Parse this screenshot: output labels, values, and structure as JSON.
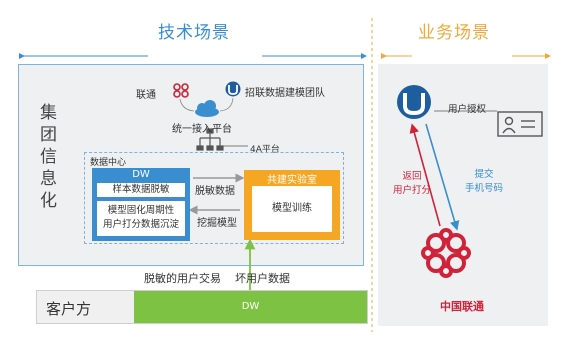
{
  "sections": {
    "tech_title": "技术场景",
    "biz_title": "业务场景"
  },
  "tech": {
    "group_label": "集团信息化",
    "unicom_label": "联通",
    "team_label": "招联数据建模团队",
    "access_label": "统一接入平台",
    "fa_label": "4A平台",
    "data_center_label": "数据中心",
    "dw": {
      "title": "DW",
      "item1": "样本数据脱敏",
      "item2_line1": "模型固化周期性",
      "item2_line2": "用户打分数据沉淀"
    },
    "lab": {
      "title": "共建实验室",
      "inner": "模型训练"
    },
    "desens_label": "脱敏数据",
    "mine_label": "挖掘模型",
    "bottom_label": "脱敏的用户交易    坏用户数据"
  },
  "client": {
    "label": "客户方",
    "dw": "DW"
  },
  "business": {
    "auth_label": "用户授权",
    "return_line1": "返回",
    "return_line2": "用户打分",
    "submit_line1": "提交",
    "submit_line2": "手机号码",
    "cu_name": "中国联通"
  },
  "colors": {
    "blue": "#3a8ed0",
    "orange": "#f5a623",
    "green": "#7dc242",
    "red": "#d0233a",
    "panel": "#eef0f2"
  }
}
